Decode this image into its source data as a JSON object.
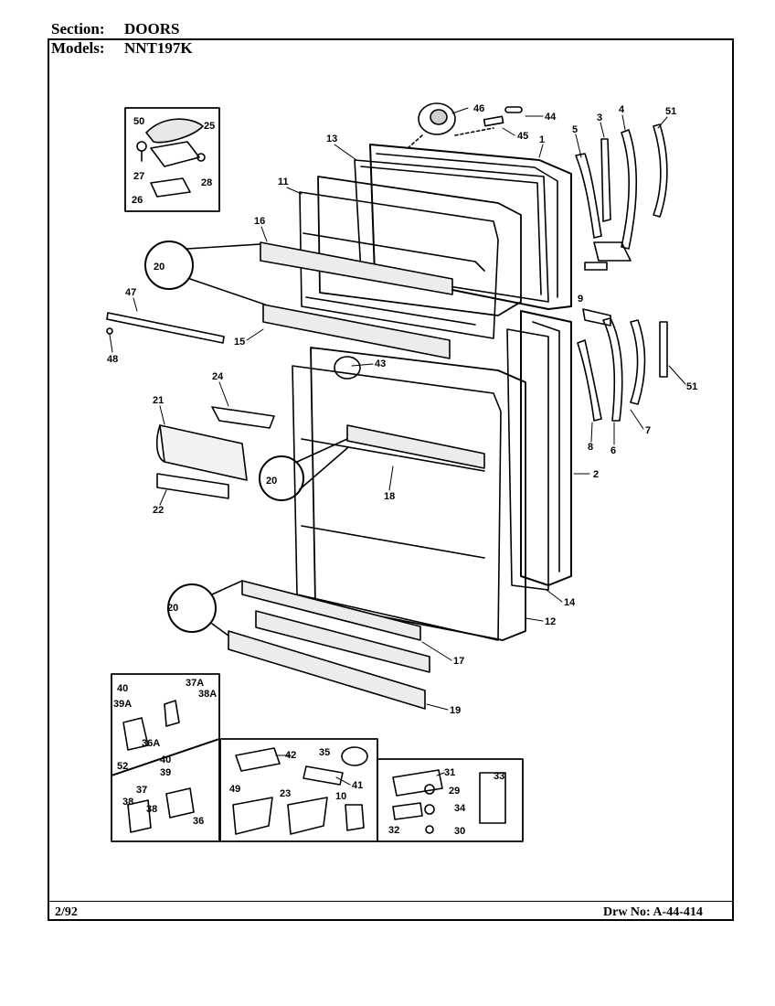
{
  "header": {
    "section_label": "Section:",
    "section_value": "DOORS",
    "models_label": "Models:",
    "models_value": "NNT197K"
  },
  "footer": {
    "date": "2/92",
    "drawing_number": "Drw No: A-44-414"
  },
  "callouts": {
    "c1": "1",
    "c2": "2",
    "c3": "3",
    "c4": "4",
    "c5": "5",
    "c6": "6",
    "c7": "7",
    "c8": "8",
    "c9": "9",
    "c10": "10",
    "c11": "11",
    "c12": "12",
    "c13": "13",
    "c14": "14",
    "c15": "15",
    "c16": "16",
    "c17": "17",
    "c18": "18",
    "c19": "19",
    "c20a": "20",
    "c20b": "20",
    "c20c": "20",
    "c21": "21",
    "c22": "22",
    "c23": "23",
    "c24": "24",
    "c25": "25",
    "c26": "26",
    "c27": "27",
    "c28": "28",
    "c29": "29",
    "c30": "30",
    "c31": "31",
    "c32": "32",
    "c33": "33",
    "c34": "34",
    "c35": "35",
    "c36": "36",
    "c36a": "36A",
    "c37": "37",
    "c37a": "37A",
    "c38": "38",
    "c38b": "38",
    "c38a": "38A",
    "c39": "39",
    "c39a": "39A",
    "c40": "40",
    "c40b": "40",
    "c41": "41",
    "c42": "42",
    "c43": "43",
    "c44": "44",
    "c45": "45",
    "c46": "46",
    "c47": "47",
    "c48": "48",
    "c49": "49",
    "c50": "50",
    "c51a": "51",
    "c51b": "51",
    "c52": "52"
  }
}
